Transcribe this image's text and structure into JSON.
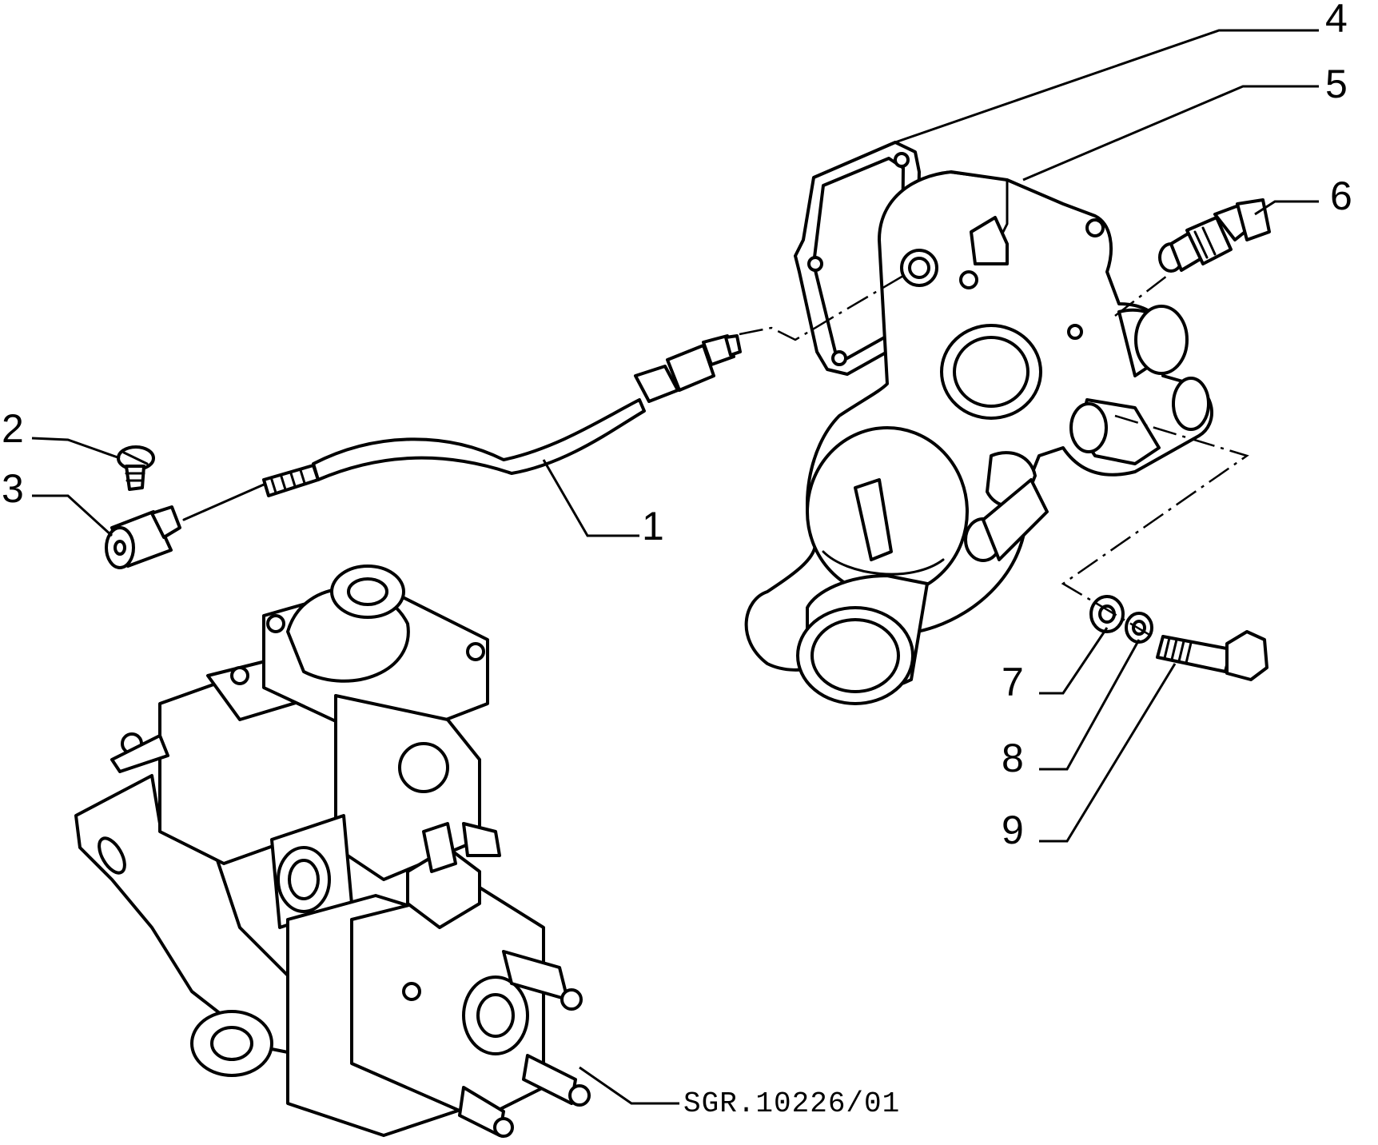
{
  "diagram": {
    "reference_code": "SGR.10226/01",
    "callouts": [
      {
        "id": "1",
        "label": "1"
      },
      {
        "id": "2",
        "label": "2"
      },
      {
        "id": "3",
        "label": "3"
      },
      {
        "id": "4",
        "label": "4"
      },
      {
        "id": "5",
        "label": "5"
      },
      {
        "id": "6",
        "label": "6"
      },
      {
        "id": "7",
        "label": "7"
      },
      {
        "id": "8",
        "label": "8"
      },
      {
        "id": "9",
        "label": "9"
      }
    ],
    "colors": {
      "line": "#000000",
      "background": "#ffffff"
    }
  }
}
